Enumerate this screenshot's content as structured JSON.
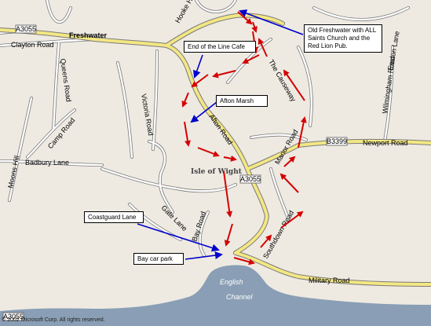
{
  "map": {
    "colors": {
      "land": "#eeeae2",
      "sea": "#8a9fb5",
      "major_road": "#f3e783",
      "minor_road": "#ffffff",
      "road_outline": "#7a7a7a",
      "route_arrow": "#d40000",
      "callout_arrow": "#0000cc"
    },
    "shields": {
      "a3055_nw": "A3055",
      "a3055_center": "A3055",
      "b3399": "B3399",
      "a3055_w": "A3055"
    },
    "places": {
      "freshwater": "Freshwater",
      "isle_of_wight": "Isle of Wight"
    },
    "roads": {
      "clayton_road": "Clayton Road",
      "hooke_hill": "Hooke Hill",
      "victoria_road": "Victoria Road",
      "queens_road": "Queens Road",
      "camp_road": "Camp Road",
      "moons_hill": "Moons Hill",
      "badbury_lane": "Badbury Lane",
      "afton_road": "Afton Road",
      "the_causeway": "The Causeway",
      "manor_road": "Manor Road",
      "newport_road": "Newport Road",
      "gate_lane": "Gate Lane",
      "bay_road": "Bay Road",
      "southdown_road": "Southdown Road",
      "military_road": "Military Road",
      "wilmingham_road": "Wilmingham Road",
      "easton_lane": "Easton Lane"
    },
    "sea_labels": {
      "line1": "English",
      "line2": "Channel"
    },
    "callouts": {
      "old_freshwater": "Old Freshwater with ALL Saints Church and the Red Lion Pub.",
      "end_of_line_cafe": "End of the Line Cafe",
      "afton_marsh": "Afton Marsh",
      "coastguard_lane": "Coastguard Lane",
      "bay_car_park": "Bay car park"
    },
    "copyright": "© 2002 Microsoft Corp. All rights reserved."
  }
}
